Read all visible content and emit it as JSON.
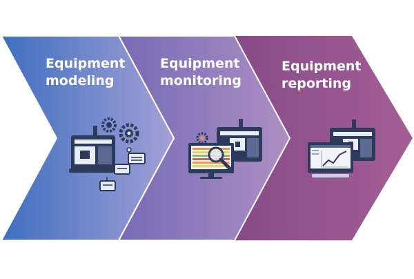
{
  "steps": [
    {
      "line1": "Equipment",
      "line2": "modeling",
      "icon": "machine-with-gears-and-forms-icon"
    },
    {
      "line1": "Equipment",
      "line2": "monitoring",
      "icon": "machine-with-magnifier-monitor-icon"
    },
    {
      "line1": "Equipment",
      "line2": "reporting",
      "icon": "machine-with-chart-monitor-icon"
    }
  ],
  "colors": {
    "step1_start": "#3f6fc0",
    "step1_end": "#a6a1d6",
    "step2_start": "#7a6cb5",
    "step2_end": "#b08fc0",
    "step3_start": "#8a4a86",
    "step3_end": "#a15f92",
    "icon_dark": "#2c3a5c",
    "icon_light": "#e8ecf5",
    "accent_orange": "#f29a3a"
  }
}
